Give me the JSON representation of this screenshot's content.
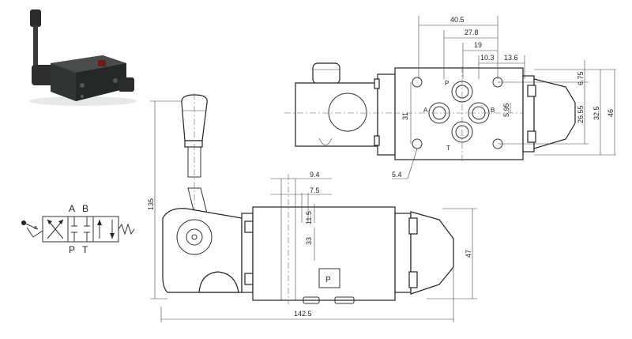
{
  "dimensions": {
    "d40_5": "40.5",
    "d27_8": "27.8",
    "d19": "19",
    "d10_3": "10.3",
    "d13_6": "13.6",
    "d6_75": "6.75",
    "d26_55": "26.55",
    "d32_5": "32.5",
    "d46": "46",
    "d31": "31",
    "d5_95": "5.95",
    "d5_4": "5.4",
    "d9_4": "9.4",
    "d7_5": "7.5",
    "d11_5": "11.5",
    "d33": "33",
    "d135": "135",
    "d47": "47",
    "d142_5": "142.5"
  },
  "ports": {
    "p": "P",
    "a": "A",
    "b": "B",
    "t": "T",
    "plate": "P"
  },
  "symbol": {
    "a": "A",
    "b": "B",
    "p": "P",
    "t": "T",
    "lever": "a"
  },
  "colors": {
    "photo_body": "#2d2f2e",
    "photo_dark": "#1c1d1c",
    "line": "#333333"
  }
}
